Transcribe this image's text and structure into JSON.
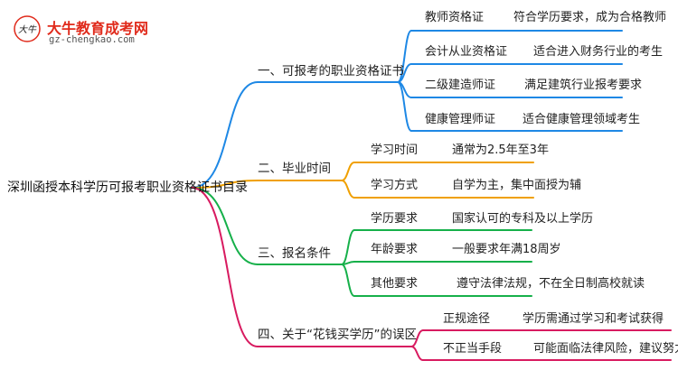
{
  "logo": {
    "title": "大牛教育成考网",
    "url": "gz-chengkao.com",
    "mark_text": "大牛"
  },
  "root": "深圳函授本科学历可报考职业资格证书目录",
  "branch_colors": [
    "#1e88e5",
    "#f0a000",
    "#16b04a",
    "#d81b60"
  ],
  "branches": [
    {
      "label": "一、可报考的职业资格证书",
      "children": [
        {
          "label": "教师资格证",
          "detail": "符合学历要求，成为合格教师"
        },
        {
          "label": "会计从业资格证",
          "detail": "适合进入财务行业的考生"
        },
        {
          "label": "二级建造师证",
          "detail": "满足建筑行业报考要求"
        },
        {
          "label": "健康管理师证",
          "detail": "适合健康管理领域考生"
        }
      ]
    },
    {
      "label": "二、毕业时间",
      "children": [
        {
          "label": "学习时间",
          "detail": "通常为2.5年至3年"
        },
        {
          "label": "学习方式",
          "detail": "自学为主，集中面授为辅"
        }
      ]
    },
    {
      "label": "三、报名条件",
      "children": [
        {
          "label": "学历要求",
          "detail": "国家认可的专科及以上学历"
        },
        {
          "label": "年龄要求",
          "detail": "一般要求年满18周岁"
        },
        {
          "label": "其他要求",
          "detail": "遵守法律法规，不在全日制高校就读"
        }
      ]
    },
    {
      "label": "四、关于“花钱买学历”的误区",
      "children": [
        {
          "label": "正规途径",
          "detail": "学历需通过学习和考试获得"
        },
        {
          "label": "不正当手段",
          "detail": "可能面临法律风险，建议努力学习"
        }
      ]
    }
  ]
}
